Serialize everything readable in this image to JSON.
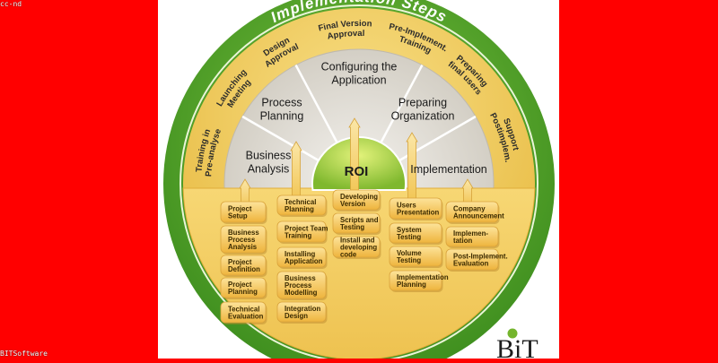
{
  "watermark_top": "cc-nd",
  "watermark_bottom": "BITSoftware",
  "title": "Implementation Steps",
  "outer_ring": [
    {
      "lines": [
        "Training in",
        "Pre-analyse"
      ]
    },
    {
      "lines": [
        "Launching",
        "Meeting"
      ]
    },
    {
      "lines": [
        "Design",
        "Approval"
      ]
    },
    {
      "lines": [
        "Final Version",
        "Approval"
      ]
    },
    {
      "lines": [
        "Pre-Implement.",
        "Training"
      ]
    },
    {
      "lines": [
        "Preparing",
        "final users"
      ]
    },
    {
      "lines": [
        "Support",
        "Postimplem."
      ]
    }
  ],
  "segments": [
    {
      "lines": [
        "Business",
        "Analysis"
      ]
    },
    {
      "lines": [
        "Process",
        "Planning"
      ]
    },
    {
      "lines": [
        "Configuring the",
        "Application"
      ]
    },
    {
      "lines": [
        "Preparing",
        "Organization"
      ]
    },
    {
      "lines": [
        "Implementation"
      ]
    }
  ],
  "center": "ROI",
  "columns": [
    {
      "items": [
        [
          "Project",
          "Setup"
        ],
        [
          "Business",
          "Process",
          "Analysis"
        ],
        [
          "Project",
          "Definition"
        ],
        [
          "Project",
          "Planning"
        ],
        [
          "Technical",
          "Evaluation"
        ]
      ]
    },
    {
      "items": [
        [
          "Technical",
          "Planning"
        ],
        [
          "Project Team",
          "Training"
        ],
        [
          "Installing",
          "Application"
        ],
        [
          "Business",
          "Process",
          "Modelling"
        ],
        [
          "Integration",
          "Design"
        ]
      ]
    },
    {
      "items": [
        [
          "Developing",
          "Version"
        ],
        [
          "Scripts and",
          "Testing"
        ],
        [
          "Install and",
          "developing",
          "code"
        ]
      ]
    },
    {
      "items": [
        [
          "Users",
          "Presentation"
        ],
        [
          "System",
          "Testing"
        ],
        [
          "Volume",
          "Testing"
        ],
        [
          "Implementation",
          "Planning"
        ]
      ]
    },
    {
      "items": [
        [
          "Company",
          "Announcement"
        ],
        [
          "Implemen-",
          "tation"
        ],
        [
          "Post-Implement.",
          "Evaluation"
        ]
      ]
    }
  ],
  "logo": "BiT",
  "colors": {
    "frame": "#ff0000",
    "outer_green": "#5aa52a",
    "ring_yellow": "#f2cf5e",
    "segment_fill": "#dcd8cf",
    "center_green": "#9fc93a",
    "box_fill": "#f7c75b",
    "logo_dot": "#74b52d"
  }
}
